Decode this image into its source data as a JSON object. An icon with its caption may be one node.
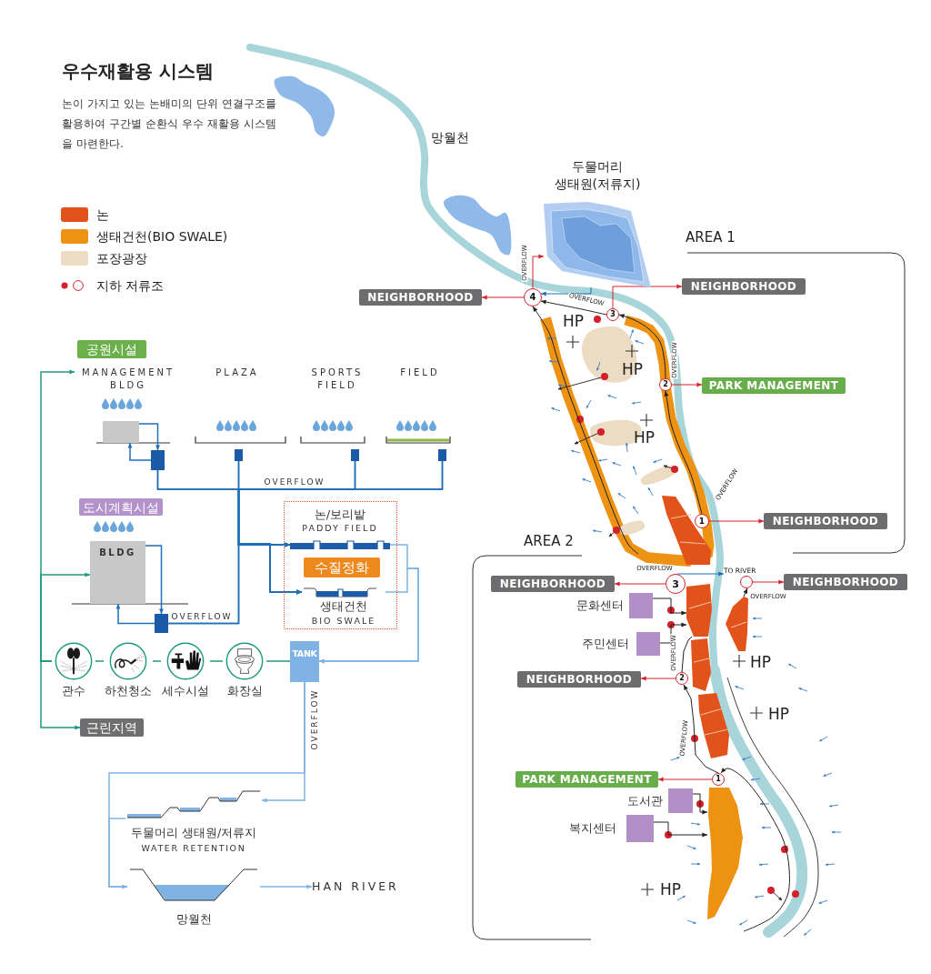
{
  "diagram": {
    "title": "우수재활용 시스템",
    "nodes": [
      {
        "text": [
          "공원시설"
        ]
      },
      {
        "text": [
          "MANAGEMENT BLDG"
        ]
      },
      {
        "text": [],
        "shape": "box"
      },
      {
        "text": [],
        "shape": "box"
      },
      {
        "text": [],
        "shape": "box"
      },
      {
        "text": [],
        "shape": "box"
      },
      {
        "text": [],
        "shape": "box"
      },
      {
        "text": [
          "도시계획시설"
        ]
      },
      {
        "text": [
          "BLDG"
        ]
      },
      {
        "text": [],
        "shape": "box"
      },
      {
        "text": [],
        "shape": "box"
      },
      {
        "text": [
          "논/보리밭",
          "PADDY FIELD"
        ],
        "in": 10
      },
      {
        "text": [
          "수질정화"
        ],
        "in": 10
      },
      {
        "text": [
          "생태건천",
          "BIO SWALE"
        ],
        "in": 10
      },
      {
        "text": [
          "TANK"
        ]
      },
      {
        "text": [
          "관수"
        ]
      },
      {
        "text": [
          "하천청소"
        ]
      },
      {
        "text": [
          "세수시설"
        ]
      },
      {
        "text": [
          "화장실"
        ]
      },
      {
        "text": [
          "근린지역"
        ]
      },
      {
        "text": [
          "두물머리 생태원/저류지",
          "WATER RETENTION"
        ]
      },
      {
        "text": [
          "망월천"
        ]
      },
      {
        "text": [
          "HAN RIVER"
        ]
      },
      {
        "text": [
          "두물머리 생태원(저류지)"
        ]
      },
      {
        "text": [
          "4"
        ]
      },
      {
        "text": [
          "NEIGHBORHOOD"
        ]
      },
      {
        "text": [
          "3"
        ]
      },
      {
        "text": [
          "NEIGHBORHOOD"
        ]
      },
      {
        "text": [
          "2"
        ]
      },
      {
        "text": [
          "PARK MANAGEMENT"
        ]
      },
      {
        "text": [
          "1"
        ]
      },
      {
        "text": [
          "NEIGHBORHOOD"
        ]
      },
      {
        "text": [
          "NEIGHBORHOOD"
        ]
      },
      {
        "text": [
          "3"
        ]
      },
      {
        "text": [],
        "shape": "circle"
      },
      {
        "text": [
          "NEIGHBORHOOD"
        ]
      },
      {
        "text": [
          "문화센터"
        ]
      },
      {
        "text": [
          "주민센터"
        ]
      },
      {
        "text": [
          "NEIGHBORHOOD"
        ]
      },
      {
        "text": [
          "2"
        ]
      },
      {
        "text": [
          "PARK MANAGEMENT"
        ]
      },
      {
        "text": [
          "1"
        ]
      },
      {
        "text": [
          "도서관"
        ]
      },
      {
        "text": [
          "복지센터"
        ]
      },
      {
        "text": [
          "TO RIVER"
        ]
      },
      {
        "text": [],
        "shape": "box"
      },
      {
        "text": [],
        "shape": "crescent"
      },
      {
        "text": [],
        "shape": "box"
      },
      {
        "text": [],
        "shape": "box"
      },
      {
        "text": [],
        "shape": "box"
      }
    ],
    "edges": [
      {
        "from": 2,
        "to": 3,
        "arrow": "to"
      },
      {
        "from": 3,
        "to": 2,
        "arrow": "to"
      },
      {
        "from": 3,
        "to": 11,
        "arrow": "to"
      },
      {
        "from": 4,
        "to": 11,
        "arrow": "to"
      },
      {
        "from": 5,
        "to": 11,
        "arrow": "to",
        "label": "OVERFLOW"
      },
      {
        "from": 6,
        "to": 11,
        "arrow": "to"
      },
      {
        "from": 9,
        "to": 11,
        "arrow": "to",
        "label": "OVERFLOW"
      },
      {
        "from": 3,
        "to": 13,
        "arrow": "to"
      },
      {
        "from": 4,
        "to": 13,
        "arrow": "to"
      },
      {
        "from": 5,
        "to": 13,
        "arrow": "to"
      },
      {
        "from": 6,
        "to": 13,
        "arrow": "to"
      },
      {
        "from": 9,
        "to": 13,
        "arrow": "to"
      },
      {
        "from": 8,
        "to": 9,
        "arrow": "to"
      },
      {
        "from": 9,
        "to": 8,
        "arrow": "to"
      },
      {
        "from": 11,
        "to": 14,
        "arrow": "to",
        "color": "#7fb3e4"
      },
      {
        "from": 13,
        "to": 14,
        "arrow": "to",
        "color": "#7fb3e4"
      },
      {
        "from": 14,
        "to": 18,
        "arrow": "none",
        "color": "#1f9a7e"
      },
      {
        "from": 18,
        "to": 17,
        "arrow": "none",
        "color": "#1f9a7e"
      },
      {
        "from": 17,
        "to": 16,
        "arrow": "none",
        "color": "#1f9a7e"
      },
      {
        "from": 16,
        "to": 15,
        "arrow": "none",
        "color": "#1f9a7e"
      },
      {
        "from": 15,
        "to": 1,
        "arrow": "to",
        "color": "#1f9a7e"
      },
      {
        "from": 15,
        "to": 8,
        "arrow": "to",
        "color": "#1f9a7e"
      },
      {
        "from": 15,
        "to": 19,
        "arrow": "to",
        "color": "#1f9a7e"
      },
      {
        "from": 14,
        "to": 20,
        "arrow": "to",
        "label": "OVERFLOW",
        "color": "#7fb3e4"
      },
      {
        "from": 14,
        "to": 21,
        "arrow": "to",
        "color": "#7fb3e4"
      },
      {
        "from": 20,
        "to": 21,
        "arrow": "none",
        "color": "#7fb3e4"
      },
      {
        "from": 21,
        "to": 22,
        "arrow": "to",
        "color": "#7fb3e4"
      },
      {
        "from": 24,
        "to": 25,
        "arrow": "to",
        "color": "#d4252c"
      },
      {
        "from": 24,
        "to": 23,
        "arrow": "to",
        "label": "OVERFLOW",
        "color": "#d4252c"
      },
      {
        "from": 23,
        "to": 24,
        "arrow": "to"
      },
      {
        "from": 26,
        "to": 27,
        "arrow": "to",
        "color": "#d4252c"
      },
      {
        "from": 26,
        "to": 24,
        "arrow": "to",
        "label": "OVERFLOW",
        "color": "#222222"
      },
      {
        "from": 28,
        "to": 29,
        "arrow": "to",
        "color": "#d4252c"
      },
      {
        "from": 28,
        "to": 26,
        "arrow": "to",
        "label": "OVERFLOW",
        "color": "#222222"
      },
      {
        "from": 30,
        "to": 31,
        "arrow": "to",
        "color": "#d4252c"
      },
      {
        "from": 30,
        "to": 28,
        "arrow": "to",
        "label": "OVERFLOW",
        "color": "#222222"
      },
      {
        "from": 33,
        "to": 32,
        "arrow": "to",
        "color": "#d4252c"
      },
      {
        "from": 33,
        "to": 44,
        "arrow": "to",
        "label": "OVERFLOW"
      },
      {
        "from": 34,
        "to": 35,
        "arrow": "to",
        "color": "#d4252c"
      },
      {
        "from": 39,
        "to": 38,
        "arrow": "to",
        "color": "#d4252c"
      },
      {
        "from": 41,
        "to": 40,
        "arrow": "to",
        "color": "#d4252c"
      },
      {
        "from": 41,
        "to": 39,
        "arrow": "to",
        "label": "OVERFLOW",
        "color": "#222222"
      },
      {
        "from": 39,
        "to": 45,
        "arrow": "none",
        "label": "OVERFLOW",
        "color": "#222222"
      },
      {
        "from": null,
        "to": 24,
        "arrow": "to",
        "color": "#222222"
      },
      {
        "from": null,
        "to": 41,
        "arrow": "to",
        "color": "#222222"
      },
      {
        "from": 36,
        "to": 45,
        "arrow": "to",
        "color": "#222222"
      },
      {
        "from": 37,
        "to": 45,
        "arrow": "to",
        "color": "#222222"
      },
      {
        "from": 42,
        "to": 46,
        "arrow": "to",
        "color": "#222222"
      },
      {
        "from": 43,
        "to": 46,
        "arrow": "to",
        "color": "#222222"
      },
      {
        "from": 47,
        "to": 34,
        "arrow": "to",
        "label": "OVERFLOW",
        "color": "#222222"
      }
    ],
    "labels": [
      "논이 가지고 있는 논배미의 단위 연결구조를 활용하여 구간별 순환식 우수 재활용 시스템을 마련한다.",
      "망월천",
      "AREA 1",
      "PLAZA",
      "SPORTS FIELD",
      "FIELD",
      "HP",
      "HP",
      "HP",
      "AREA 2",
      "HP",
      "HP",
      "HP"
    ],
    "legend": [
      {
        "text": "논",
        "color": "#e2531b"
      },
      {
        "text": "생태건천(BIO SWALE)",
        "color": "#ed9212"
      },
      {
        "text": "포장광장",
        "color": "#ecdcc4"
      },
      {
        "text": "지하 저류조"
      }
    ]
  }
}
